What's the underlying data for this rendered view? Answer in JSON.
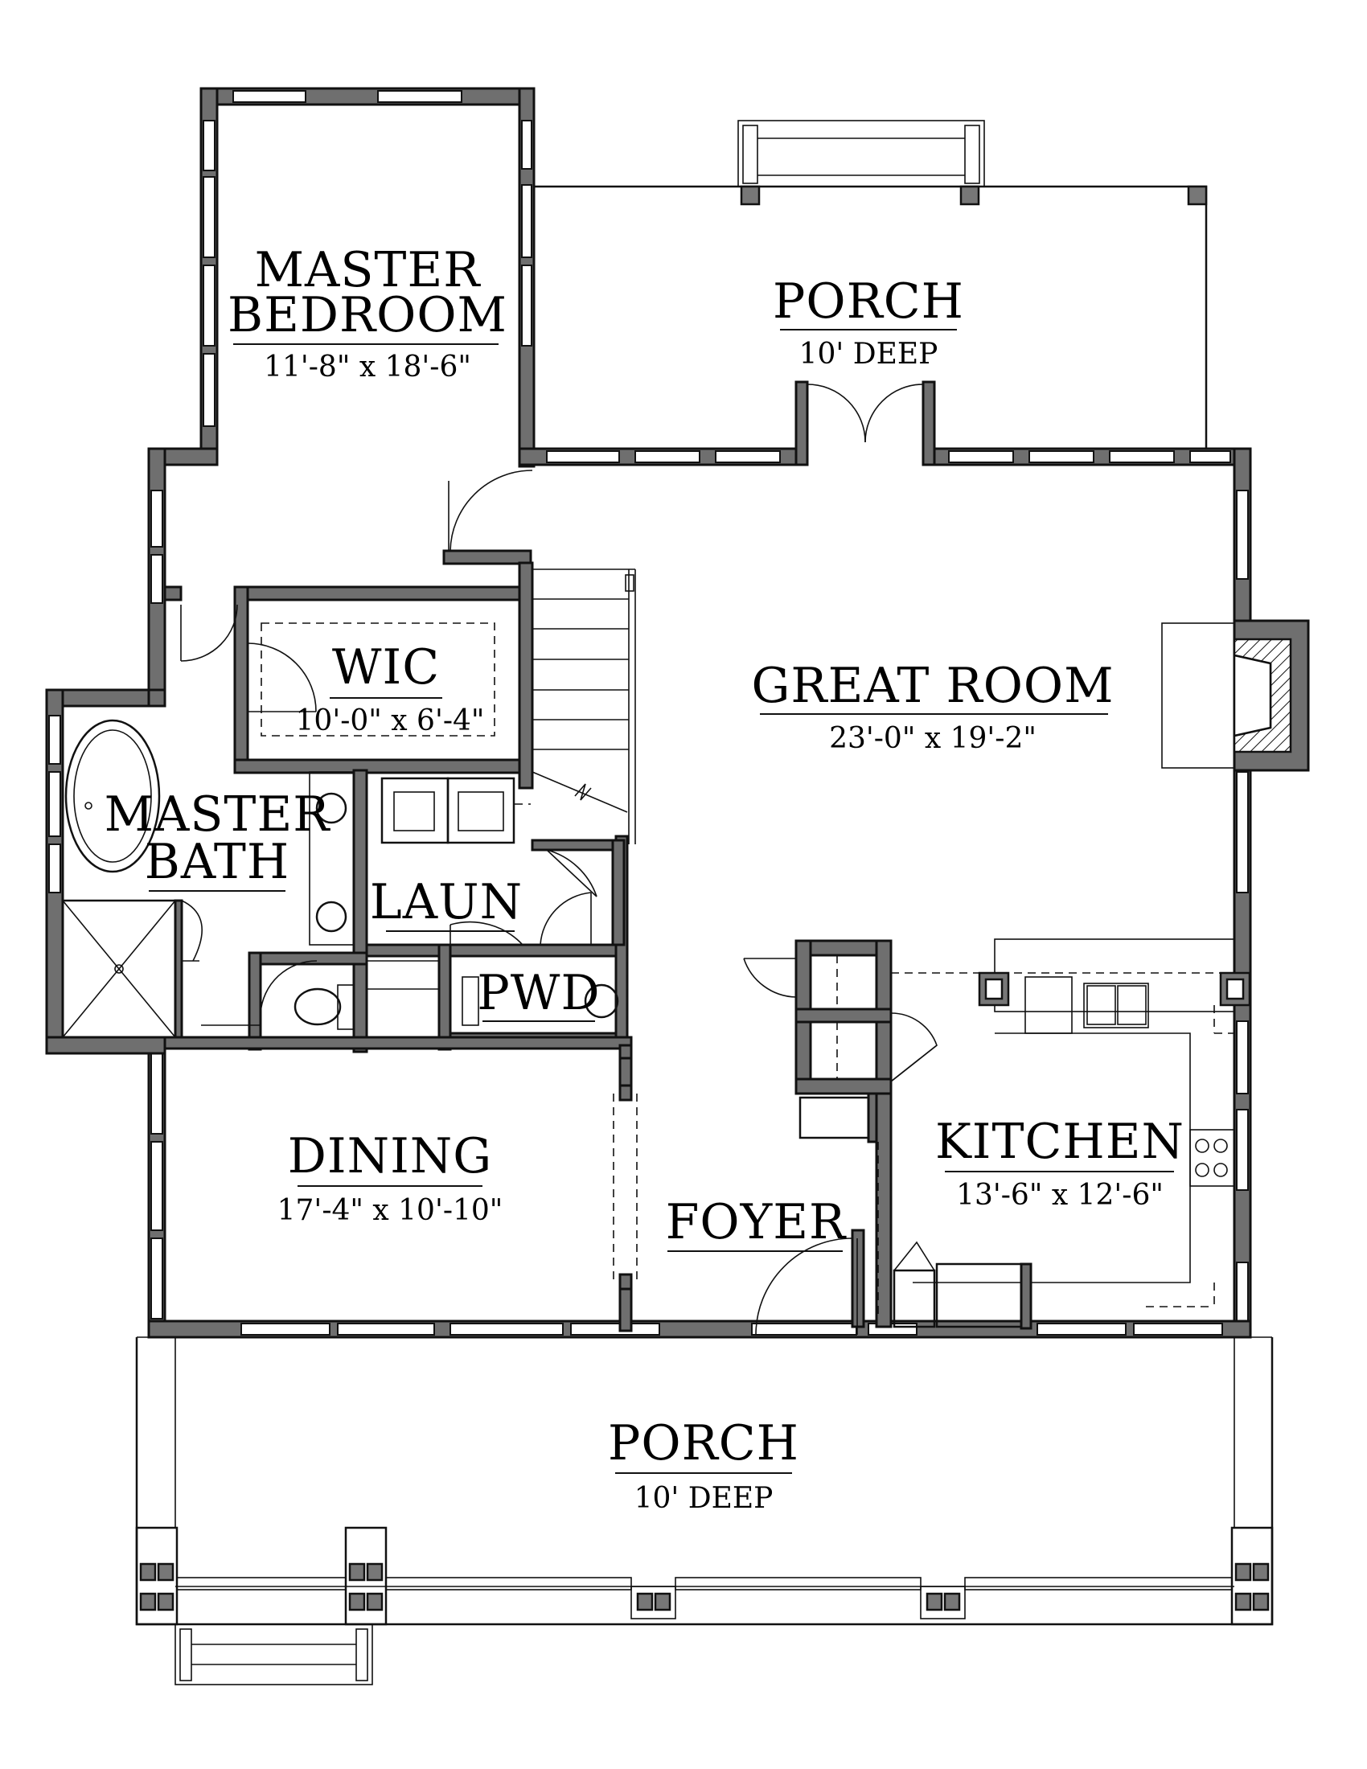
{
  "rooms": {
    "master_bedroom": {
      "name_line1": "MASTER",
      "name_line2": "BEDROOM",
      "dims": "11'-8\" x 18'-6\""
    },
    "porch_rear": {
      "name": "PORCH",
      "depth": "10' DEEP"
    },
    "wic": {
      "name": "WIC",
      "dims": "10'-0\" x 6'-4\""
    },
    "great_room": {
      "name": "GREAT ROOM",
      "dims": "23'-0\" x 19'-2\""
    },
    "master_bath": {
      "name_line1": "MASTER",
      "name_line2": "BATH"
    },
    "laundry": {
      "name": "LAUN"
    },
    "powder": {
      "name": "PWD"
    },
    "dining": {
      "name": "DINING",
      "dims": "17'-4\" x 10'-10\""
    },
    "kitchen": {
      "name": "KITCHEN",
      "dims": "13'-6\" x 12'-6\""
    },
    "foyer": {
      "name": "FOYER"
    },
    "porch_front": {
      "name": "PORCH",
      "depth": "10' DEEP"
    }
  },
  "colors": {
    "wall_fill": "#6f6f6f",
    "line": "#111111",
    "background": "#ffffff"
  }
}
